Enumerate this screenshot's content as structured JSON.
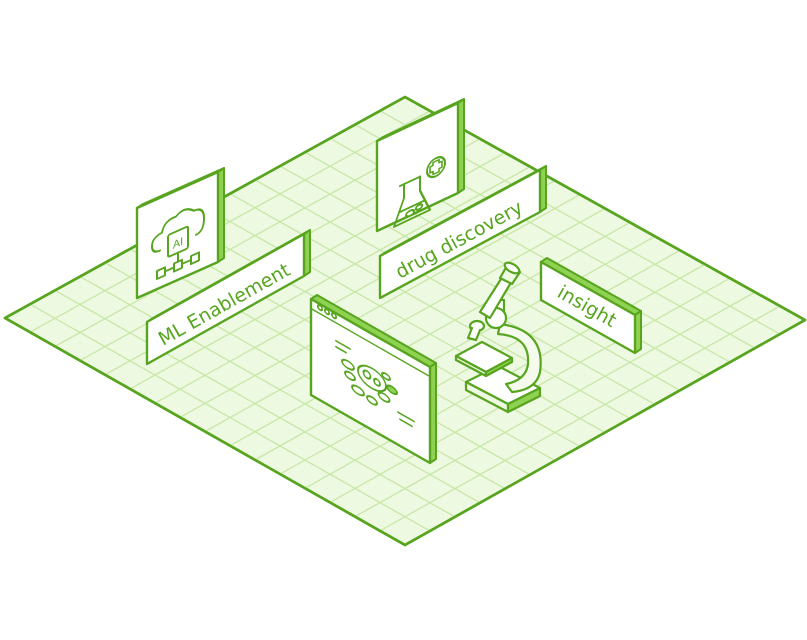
{
  "colors": {
    "stroke": "#57a51f",
    "floor_fill": "#eef9e2",
    "grid_line": "#c9e8aa",
    "panel_fill": "#ffffff",
    "panel_side": "#8fd150",
    "soft_fill": "#f4fbec"
  },
  "labels": {
    "ml": "ML Enablement",
    "drug": "drug discovery",
    "insight": "insight"
  },
  "icons": {
    "ml": "cloud-ai-network-icon",
    "drug": "flask-medical-icon",
    "screen": "cell-analysis-screen-icon",
    "microscope": "microscope-icon"
  },
  "icon_text": {
    "ai": "AI"
  }
}
